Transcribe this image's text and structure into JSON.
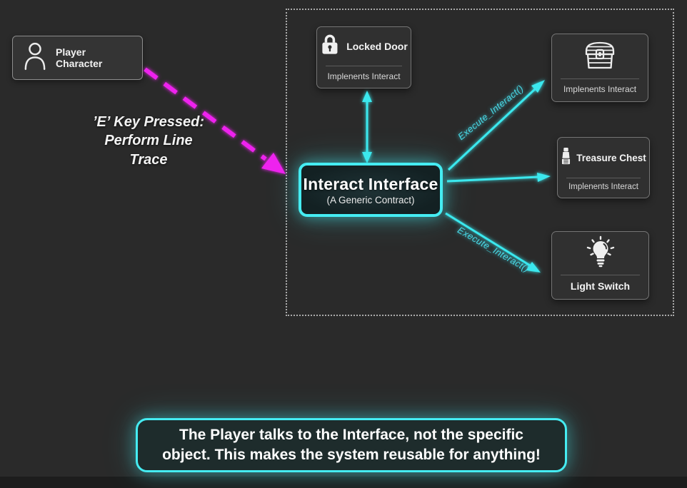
{
  "colors": {
    "background": "#2a2a2a",
    "cyan_accent": "#45ecf2",
    "magenta_accent": "#ee22ee",
    "node_background": "#303030",
    "node_border": "#757575",
    "text_primary": "#ffffff",
    "text_secondary": "#d9d9d9"
  },
  "player": {
    "label": "Player Character"
  },
  "key_note": {
    "line1": "’E’ Key Pressed:",
    "line2": "Perform Line",
    "line3": "Trace"
  },
  "interface_box": {
    "title": "Interact Interface",
    "subtitle": "(A Generic Contract)"
  },
  "nodes": {
    "locked_door": {
      "title": "Locked Door",
      "subtitle": "Implenents Interact",
      "icon": "lock-icon"
    },
    "chest_top": {
      "subtitle": "Implenents Interact",
      "icon": "treasure-chest-icon"
    },
    "treasure_mid": {
      "title": "Treasure Chest",
      "subtitle": "Implenents Interact",
      "icon": "treasure-chest-small-icon"
    },
    "light_switch": {
      "title": "Light Switch",
      "icon": "light-bulb-icon"
    }
  },
  "arrows": {
    "execute_label_top": "Execute_Interact()",
    "execute_label_bottom": "Execute_Interact()"
  },
  "caption": {
    "line1": "The Player talks to the Interface, not the specific",
    "line2": "object. This makes the system reusable for anything!"
  }
}
